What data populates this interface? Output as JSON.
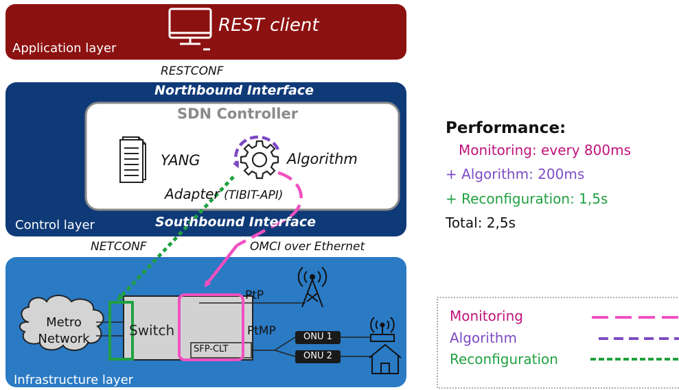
{
  "application_layer": {
    "label": "Application layer",
    "client": "REST client",
    "color": "#8c1111"
  },
  "restconf": "RESTCONF",
  "control_layer": {
    "label": "Control layer",
    "northbound": "Northbound Interface",
    "southbound": "Southbound Interface",
    "color": "#0f3a78",
    "controller": {
      "title": "SDN Controller",
      "yang": "YANG",
      "algorithm": "Algorithm",
      "adapter": "Adapter",
      "adapter_api": "(TIBIT-API)"
    }
  },
  "netconf": "NETCONF",
  "omci": "OMCI over Ethernet",
  "infrastructure_layer": {
    "label": "Infrastructure layer",
    "color": "#2a7ac4",
    "metro_line1": "Metro",
    "metro_line2": "Network",
    "switch": "Switch",
    "sfp": "SFP-CLT",
    "ptp": "PtP",
    "ptmp": "PtMP",
    "onu1": "ONU 1",
    "onu2": "ONU 2"
  },
  "performance": {
    "title": "Performance:",
    "monitoring": "Monitoring: every 800ms",
    "algorithm": "+ Algorithm: 200ms",
    "reconfiguration": "+ Reconfiguration: 1,5s",
    "total": "Total: 2,5s"
  },
  "legend": {
    "monitoring": "Monitoring",
    "algorithm": "Algorithm",
    "reconfiguration": "Reconfiguration"
  },
  "colors": {
    "monitoring": "#c0127a",
    "monitoring_line": "#f050c0",
    "algorithm": "#7d4bc4",
    "reconfiguration": "#20a040"
  },
  "icons": [
    "computer-icon",
    "document-icon",
    "gear-icon",
    "antenna-tower-icon",
    "router-icon",
    "house-icon",
    "cloud-icon"
  ]
}
